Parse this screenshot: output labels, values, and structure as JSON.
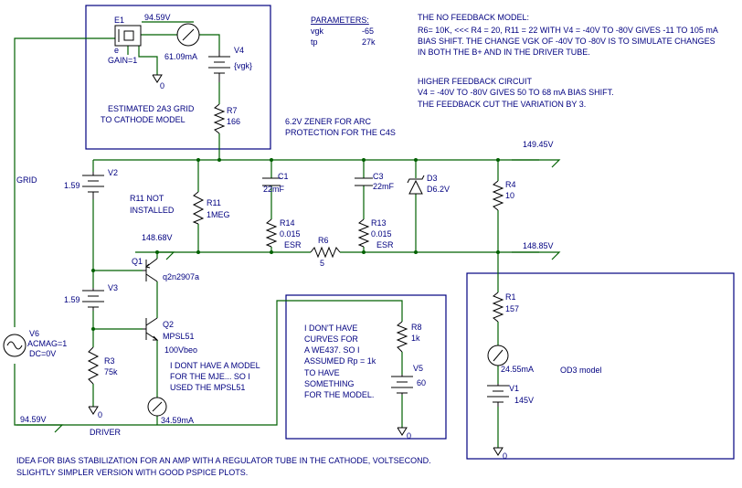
{
  "params": {
    "title": "PARAMETERS:",
    "rows": [
      {
        "name": "vgk",
        "value": "-65"
      },
      {
        "name": "tp",
        "value": "27k"
      }
    ]
  },
  "notes": {
    "nofb": [
      "THE NO FEEDBACK MODEL:",
      "R6= 10K, <<< R4 = 20, R11 = 22  WITH V4 = -40V TO -80V GIVES -11 TO 105 mA",
      "BIAS SHIFT. THE CHANGE VGK OF -40V TO -80V IS TO SIMULATE CHANGES",
      "IN BOTH THE B+ AND IN THE DRIVER TUBE."
    ],
    "fb": [
      "HIGHER FEEDBACK CIRCUIT",
      "V4 = -40V TO -80V GIVES 50 TO 68 mA  BIAS SHIFT.",
      "THE FEEDBACK CUT THE VARIATION BY 3."
    ],
    "zener": [
      "6.2V ZENER FOR ARC",
      "PROTECTION FOR THE C4S"
    ],
    "grid_model": [
      "ESTIMATED 2A3 GRID",
      "TO CATHODE  MODEL"
    ],
    "r11_note": [
      "R11 NOT",
      "INSTALLED"
    ],
    "mje_note": [
      "I DONT HAVE A MODEL",
      "FOR THE MJE... SO I",
      "USED THE MPSL51"
    ],
    "we437_note": [
      "I DON'T HAVE",
      "CURVES FOR",
      "A WE437. SO I",
      "ASSUMED Rp = 1k",
      "TO HAVE",
      "SOMETHING",
      "FOR THE MODEL."
    ],
    "od3": "OD3 model",
    "bottom": [
      "IDEA FOR BIAS STABILIZATION FOR AN AMP WITH A REGULATOR TUBE IN THE CATHODE, VOLTSECOND.",
      "SLIGHTLY SIMPLER VERSION WITH GOOD PSPICE PLOTS."
    ]
  },
  "labels": {
    "grid": "GRID",
    "driver": "DRIVER",
    "volt_grid": "94.59V",
    "volt_bottom": "94.59V",
    "volt_bplus": "149.45V",
    "volt_mid": "148.85V",
    "volt_q1": "148.68V",
    "cur_e1": "61.09mA",
    "cur_driver": "34.59mA",
    "cur_od3": "24.55mA"
  },
  "components": {
    "e1": {
      "name": "E1",
      "e": "e",
      "gain": "GAIN=1"
    },
    "v4": {
      "name": "V4",
      "value": "{vgk}"
    },
    "r7": {
      "name": "R7",
      "value": "166"
    },
    "v2": {
      "name": "V2",
      "value": "1.59"
    },
    "v3": {
      "name": "V3",
      "value": "1.59"
    },
    "r11": {
      "name": "R11",
      "value": "1MEG"
    },
    "c1": {
      "name": "C1",
      "value": "22mF"
    },
    "r14": {
      "name": "R14",
      "value": "0.015",
      "tag": "ESR"
    },
    "r6": {
      "name": "R6",
      "value": "5"
    },
    "c3": {
      "name": "C3",
      "value": "22mF"
    },
    "r13": {
      "name": "R13",
      "value": "0.015",
      "tag": "ESR"
    },
    "d3": {
      "name": "D3",
      "value": "D6.2V"
    },
    "r4": {
      "name": "R4",
      "value": "10"
    },
    "q1": {
      "name": "Q1",
      "value": "q2n2907a"
    },
    "q2": {
      "name": "Q2",
      "value": "MPSL51",
      "extra": "100Vbeo"
    },
    "r3": {
      "name": "R3",
      "value": "75k"
    },
    "v6": {
      "name": "V6",
      "acmag": "ACMAG=1",
      "dc": "DC=0V"
    },
    "r8": {
      "name": "R8",
      "value": "1k"
    },
    "v5": {
      "name": "V5",
      "value": "60"
    },
    "r1": {
      "name": "R1",
      "value": "157"
    },
    "v1": {
      "name": "V1",
      "value": "145V"
    },
    "ground": "0"
  }
}
